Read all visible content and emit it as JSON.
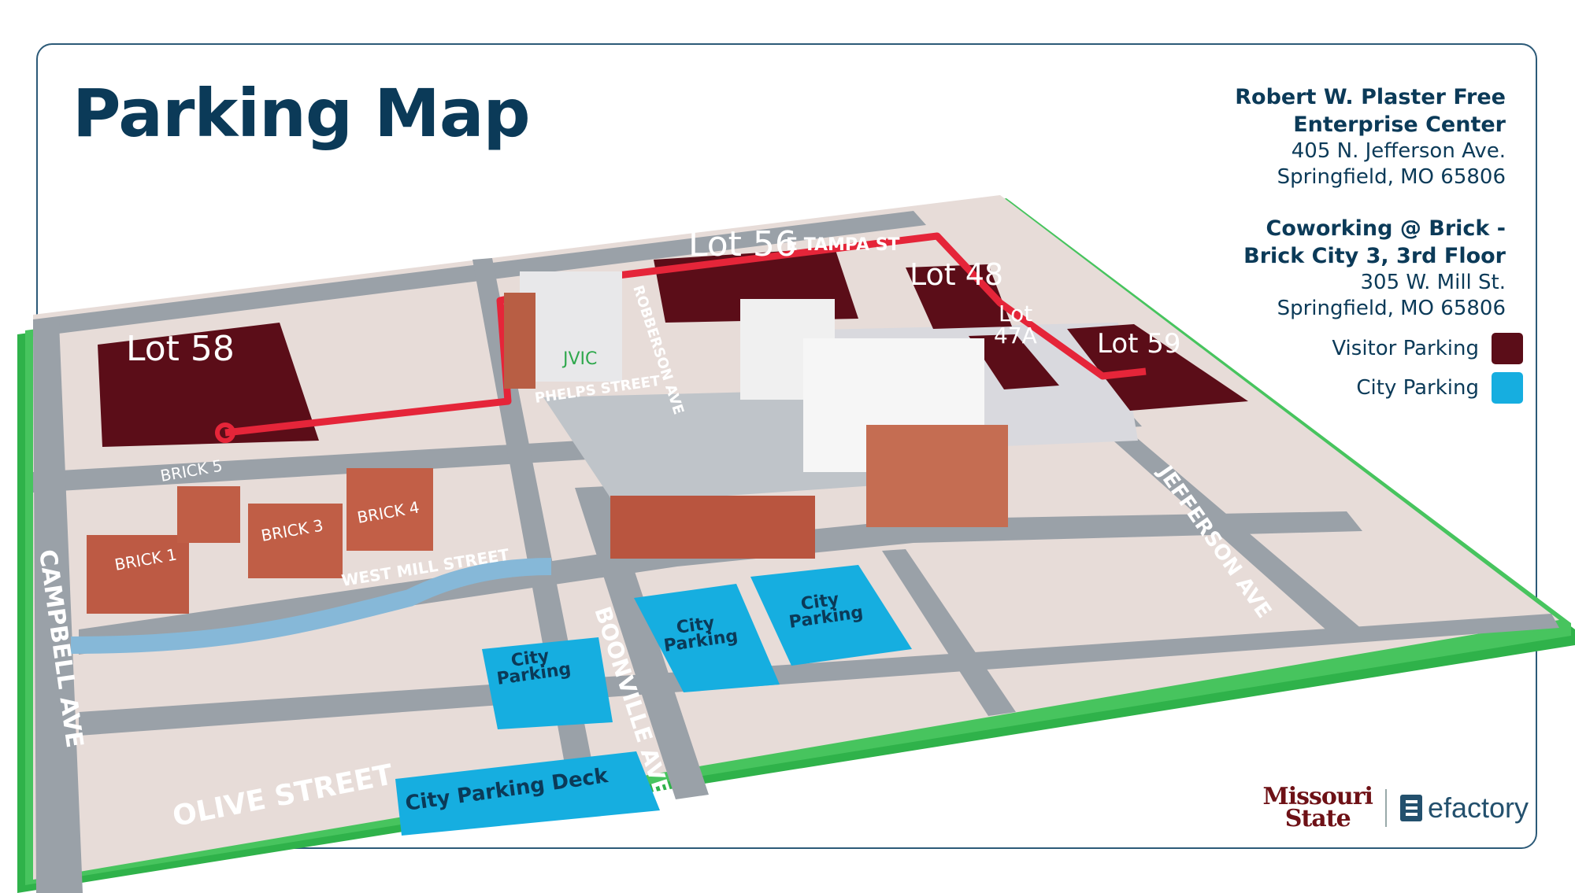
{
  "title": "Parking Map",
  "efc": {
    "name_line1": "Robert W. Plaster Free",
    "name_line2": "Enterprise Center",
    "address1": "405 N. Jefferson Ave.",
    "address2": "Springfield, MO 65806"
  },
  "brick": {
    "name_line1": "Coworking @ Brick -",
    "name_line2": "Brick City 3, 3rd Floor",
    "address1": "305 W. Mill St.",
    "address2": "Springfield, MO 65806"
  },
  "legend": {
    "visitor": {
      "label": "Visitor Parking",
      "color": "#5b0d18"
    },
    "city": {
      "label": "City Parking",
      "color": "#16aee0"
    }
  },
  "map": {
    "lots": {
      "lot58": "Lot 58",
      "lot56": "Lot 56",
      "lot48": "Lot 48",
      "lot47a_1": "Lot",
      "lot47a_2": "47A",
      "lot59": "Lot 59"
    },
    "streets": {
      "tampa": "E TAMPA ST",
      "robberson": "ROBBERSON AVE",
      "phelps": "PHELPS STREET",
      "west_mill": "WEST MILL STREET",
      "campbell": "CAMPBELL AVE",
      "boonville": "BOONVILLE AVE",
      "jefferson": "JEFFERSON AVE",
      "olive": "OLIVE STREET"
    },
    "buildings": {
      "brick1": "BRICK 1",
      "brick3": "BRICK 3",
      "brick4": "BRICK 4",
      "brick5": "BRICK 5",
      "jvic": "JVIC"
    },
    "city_parking": {
      "label1": "City",
      "label2": "Parking",
      "deck": "City Parking Deck"
    }
  },
  "branding": {
    "missouri_line1": "Missouri",
    "missouri_line2": "State",
    "efactory": "efactory"
  }
}
